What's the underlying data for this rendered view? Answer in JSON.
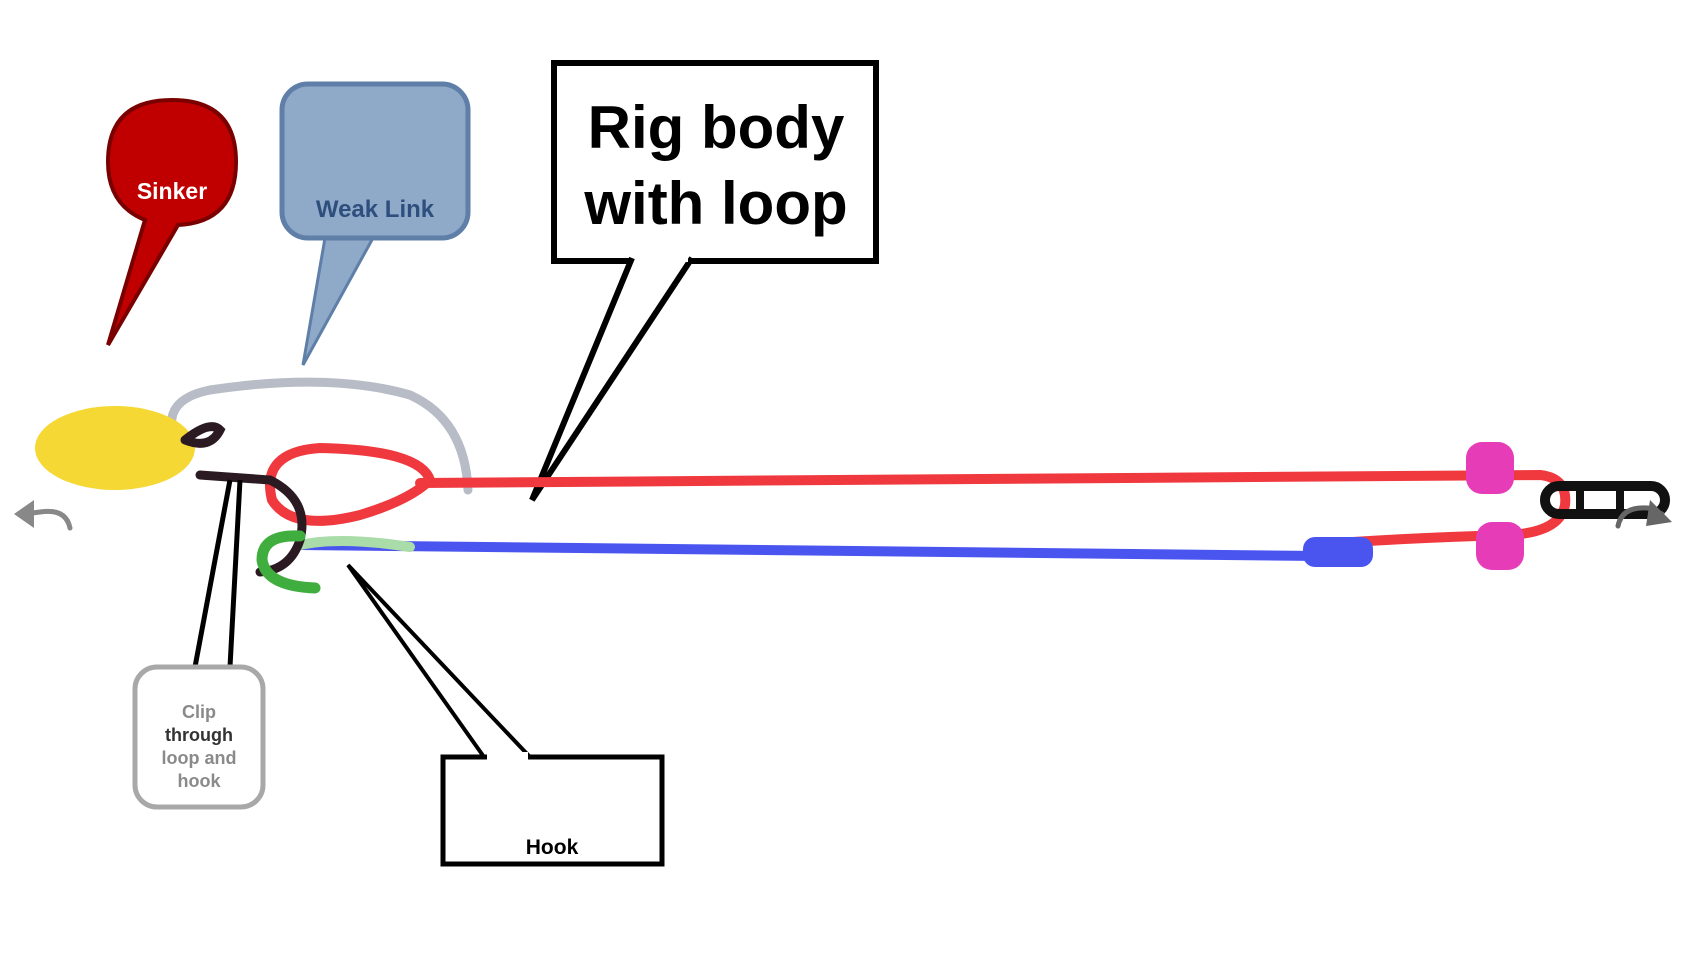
{
  "labels": {
    "sinker": "Sinker",
    "weak_link": "Weak Link",
    "rig_body_line1": "Rig body",
    "rig_body_line2": "with loop",
    "clip_line1": "Clip",
    "clip_line2": "through",
    "clip_line3": "loop and",
    "clip_line4": "hook",
    "hook": "Hook"
  },
  "colors": {
    "sinker_callout": "#c00000",
    "weak_link_callout": "#8fa9c8",
    "sinker_body": "#f5d833",
    "main_line": "#f0393f",
    "hook_line": "#4a55f0",
    "weak_link_line": "#b8bcc6",
    "bead": "#e63cb8",
    "clip": "#2b1a22",
    "hook": "#3fae3f",
    "swivel": "#111111"
  },
  "icons": {
    "left_arrow": "curved-arrow-left-icon",
    "right_arrow": "curved-arrow-right-icon"
  }
}
